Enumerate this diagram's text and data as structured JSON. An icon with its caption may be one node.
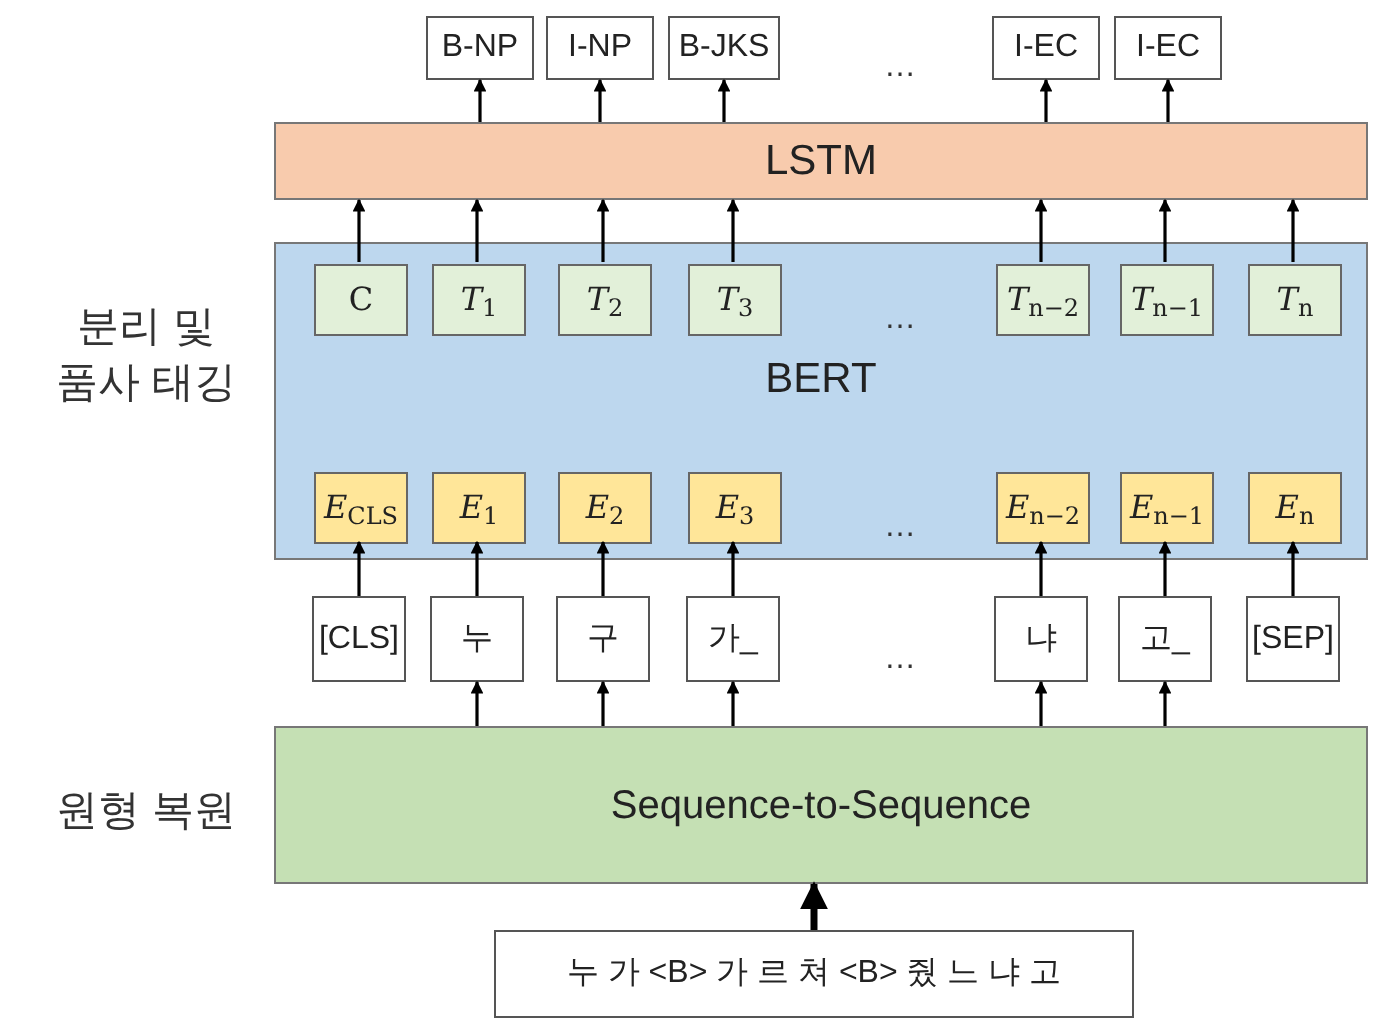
{
  "diagram": {
    "nodes": [
      {
        "text": [
          "B-NP"
        ]
      },
      {
        "text": [
          "I-NP"
        ]
      },
      {
        "text": [
          "B-JKS"
        ]
      },
      {
        "text": [
          "I-EC"
        ]
      },
      {
        "text": [
          "I-EC"
        ]
      },
      {
        "text": [
          "LSTM"
        ]
      },
      {
        "text": [
          "BERT"
        ]
      },
      {
        "text": [
          "C"
        ],
        "in": 6
      },
      {
        "text": [
          "*T*$_{1}$"
        ],
        "in": 6
      },
      {
        "text": [
          "*T*$_{2}$"
        ],
        "in": 6
      },
      {
        "text": [
          "*T*$_{3}$"
        ],
        "in": 6
      },
      {
        "text": [
          "*T*$_{n−2}$"
        ],
        "in": 6
      },
      {
        "text": [
          "*T*$_{n−1}$"
        ],
        "in": 6
      },
      {
        "text": [
          "*T*$_{n}$"
        ],
        "in": 6
      },
      {
        "text": [
          "*E*$_{CLS}$"
        ],
        "in": 6
      },
      {
        "text": [
          "*E*$_{1}$"
        ],
        "in": 6
      },
      {
        "text": [
          "*E*$_{2}$"
        ],
        "in": 6
      },
      {
        "text": [
          "*E*$_{3}$"
        ],
        "in": 6
      },
      {
        "text": [
          "*E*$_{n−2}$"
        ],
        "in": 6
      },
      {
        "text": [
          "*E*$_{n−1}$"
        ],
        "in": 6
      },
      {
        "text": [
          "*E*$_{n}$"
        ],
        "in": 6
      },
      {
        "text": [
          "[CLS]"
        ]
      },
      {
        "text": [
          "누"
        ]
      },
      {
        "text": [
          "구"
        ]
      },
      {
        "text": [
          "가_"
        ]
      },
      {
        "text": [
          "냐"
        ]
      },
      {
        "text": [
          "고_"
        ]
      },
      {
        "text": [
          "[SEP]"
        ]
      },
      {
        "text": [
          "Sequence-to-Sequence"
        ]
      },
      {
        "text": [
          "누 가 <B> 가 르 쳐 <B> 줬 느 냐 고"
        ]
      }
    ],
    "edges": [
      {
        "from": 5,
        "to": 0,
        "arrow": "to"
      },
      {
        "from": 5,
        "to": 1,
        "arrow": "to"
      },
      {
        "from": 5,
        "to": 2,
        "arrow": "to"
      },
      {
        "from": 5,
        "to": 3,
        "arrow": "to"
      },
      {
        "from": 5,
        "to": 4,
        "arrow": "to"
      },
      {
        "from": 7,
        "to": 5,
        "arrow": "to"
      },
      {
        "from": 8,
        "to": 5,
        "arrow": "to"
      },
      {
        "from": 9,
        "to": 5,
        "arrow": "to"
      },
      {
        "from": 10,
        "to": 5,
        "arrow": "to"
      },
      {
        "from": 11,
        "to": 5,
        "arrow": "to"
      },
      {
        "from": 12,
        "to": 5,
        "arrow": "to"
      },
      {
        "from": 13,
        "to": 5,
        "arrow": "to"
      },
      {
        "from": 21,
        "to": 14,
        "arrow": "to"
      },
      {
        "from": 22,
        "to": 15,
        "arrow": "to"
      },
      {
        "from": 23,
        "to": 16,
        "arrow": "to"
      },
      {
        "from": 24,
        "to": 17,
        "arrow": "to"
      },
      {
        "from": 25,
        "to": 18,
        "arrow": "to"
      },
      {
        "from": 26,
        "to": 19,
        "arrow": "to"
      },
      {
        "from": 27,
        "to": 20,
        "arrow": "to"
      },
      {
        "from": 28,
        "to": 22,
        "arrow": "to"
      },
      {
        "from": 28,
        "to": 23,
        "arrow": "to"
      },
      {
        "from": 28,
        "to": 24,
        "arrow": "to"
      },
      {
        "from": 28,
        "to": 25,
        "arrow": "to"
      },
      {
        "from": 28,
        "to": 26,
        "arrow": "to"
      },
      {
        "from": 29,
        "to": 28,
        "arrow": "to",
        "style": "thick"
      }
    ],
    "labels": [
      "…",
      "분리 및 품사 태깅",
      "…",
      "…",
      "…",
      "원형 복원"
    ]
  }
}
